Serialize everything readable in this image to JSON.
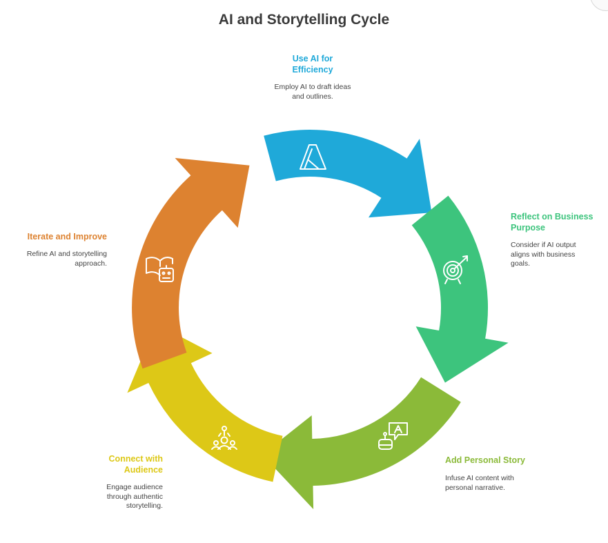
{
  "title": "AI and Storytelling Cycle",
  "stages": [
    {
      "title": "Use AI for Efficiency",
      "description": "Employ AI to draft ideas and outlines.",
      "color": "#1fa9d9",
      "icon": "ai-logo-icon"
    },
    {
      "title": "Reflect on Business Purpose",
      "description": "Consider if AI output aligns with business goals.",
      "color": "#3dc47d",
      "icon": "target-icon"
    },
    {
      "title": "Add Personal Story",
      "description": "Infuse AI content with personal narrative.",
      "color": "#8bba39",
      "icon": "robot-chat-icon"
    },
    {
      "title": "Connect with Audience",
      "description": "Engage audience through authentic storytelling.",
      "color": "#ddc817",
      "icon": "audience-icon"
    },
    {
      "title": "Iterate and Improve",
      "description": "Refine AI and storytelling approach.",
      "color": "#dd8230",
      "icon": "book-robot-icon"
    }
  ]
}
